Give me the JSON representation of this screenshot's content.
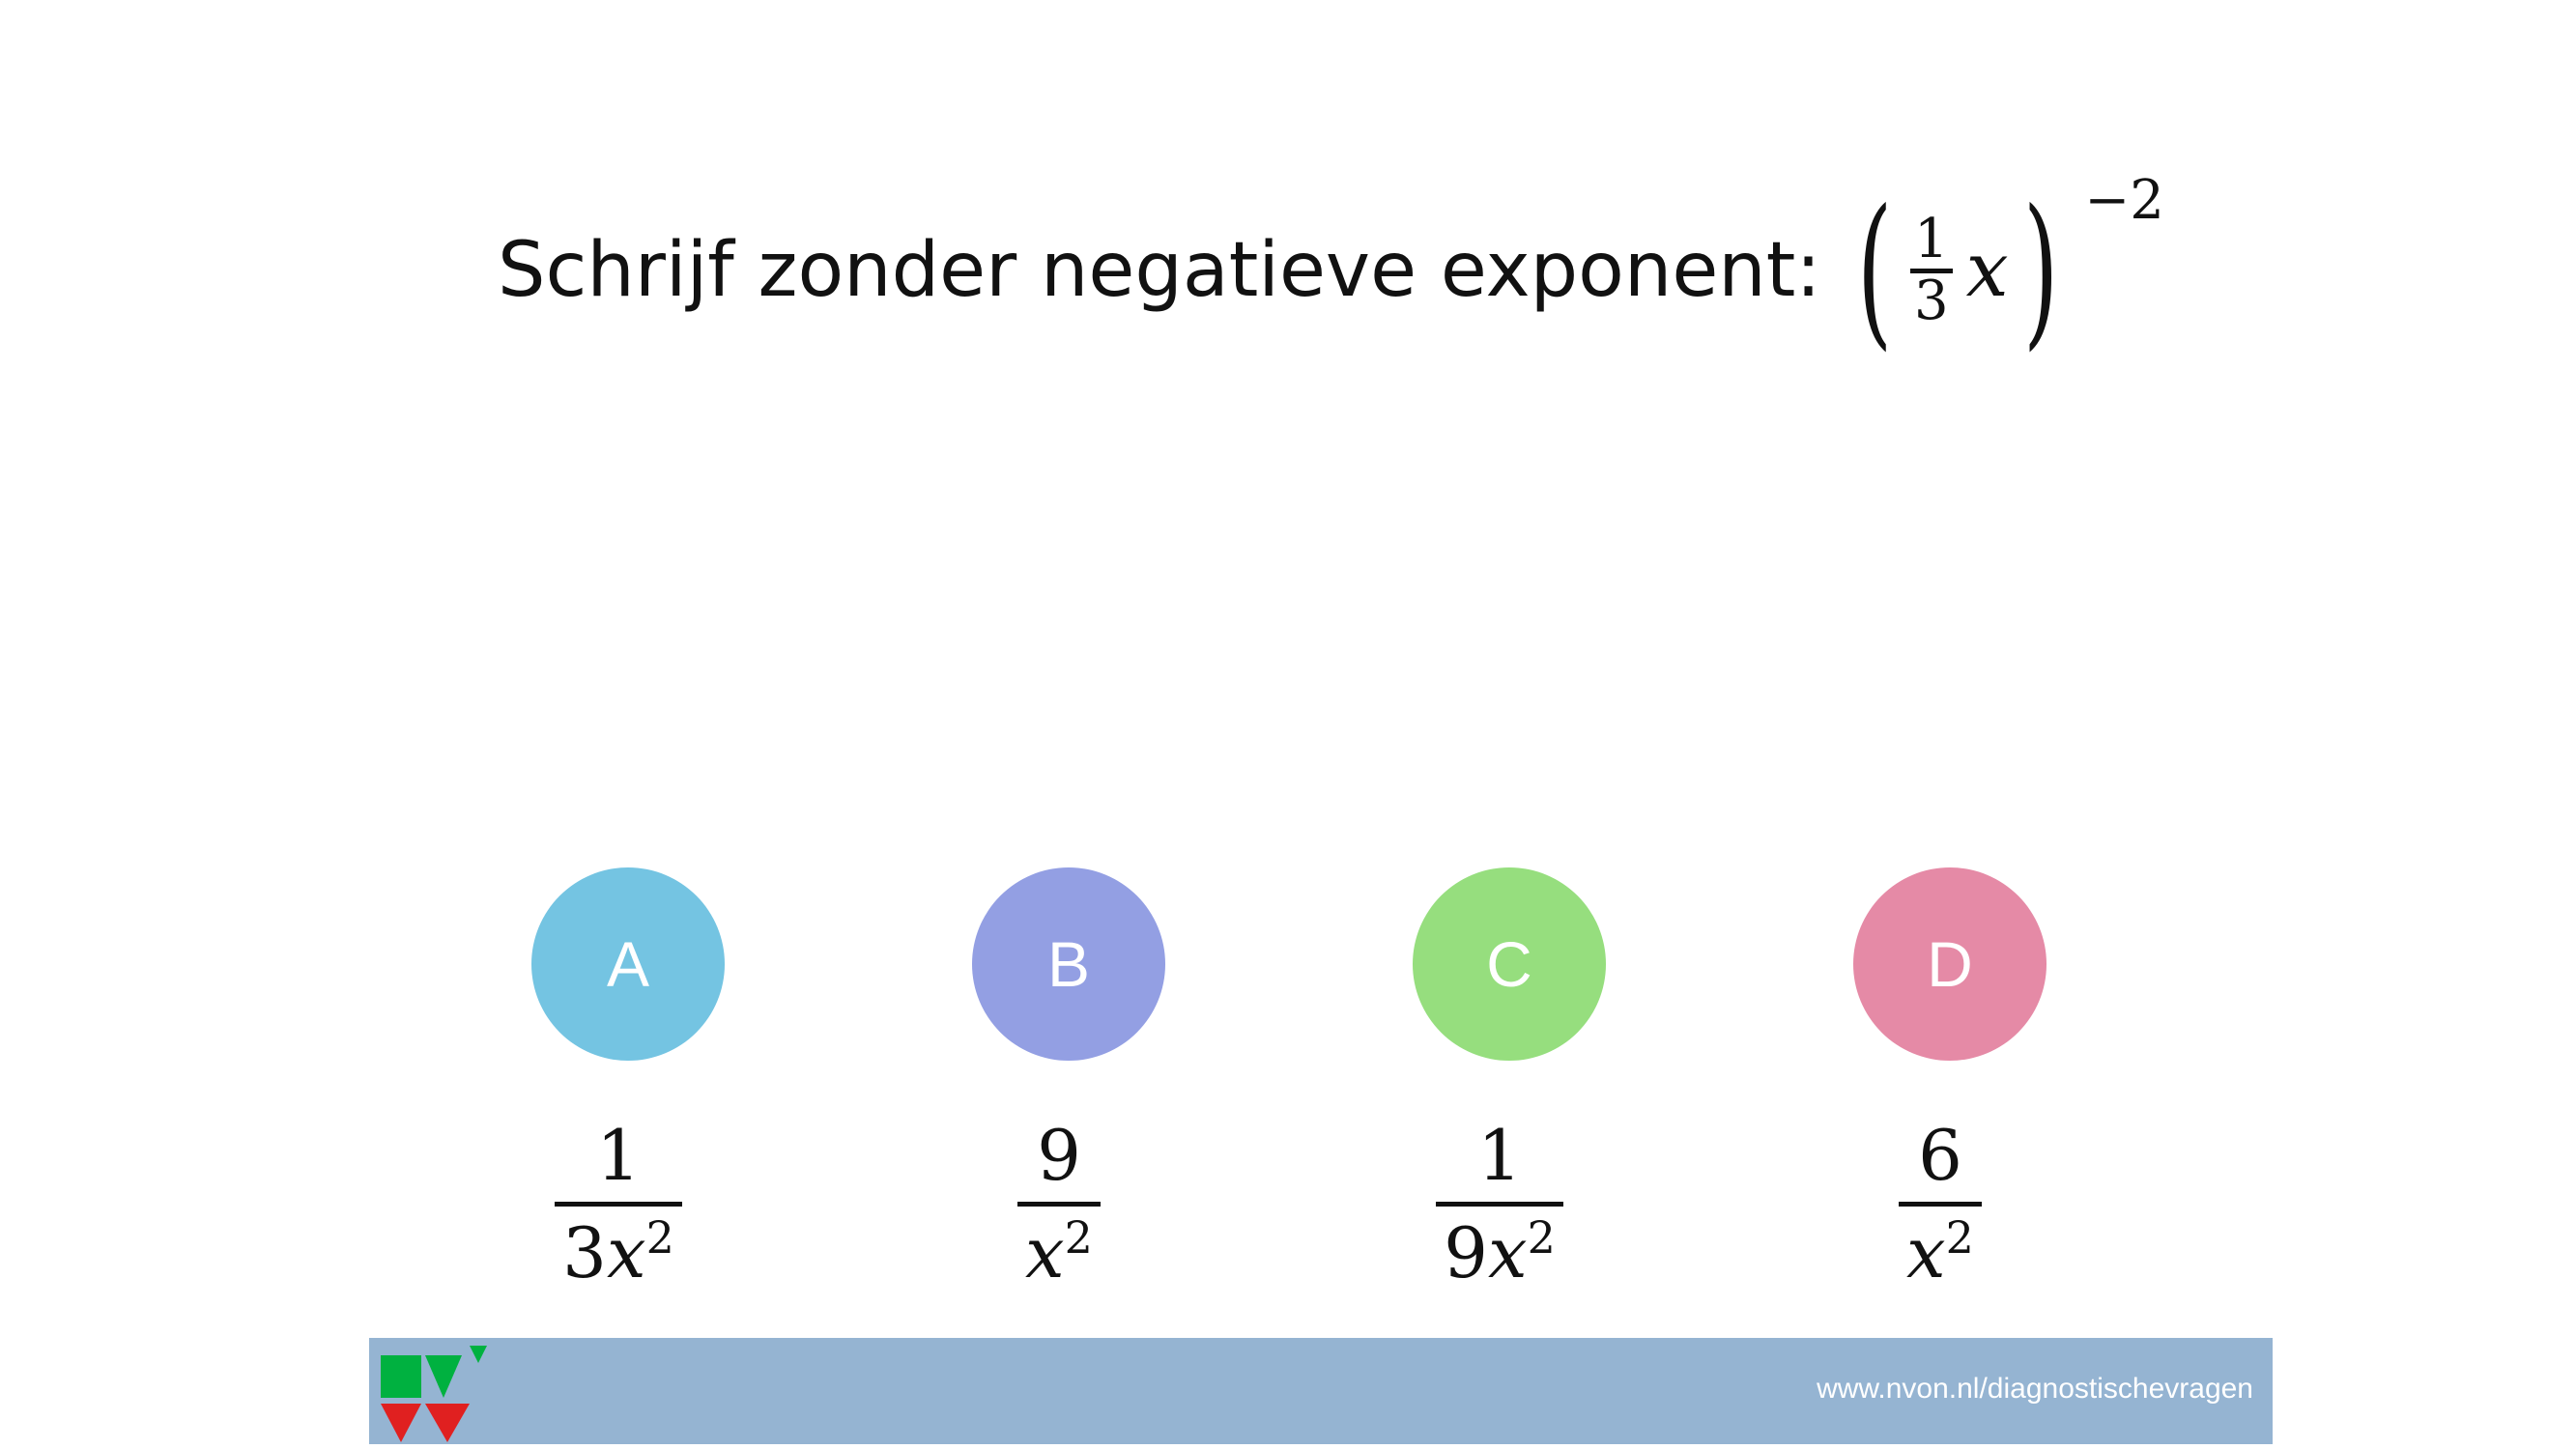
{
  "question": {
    "text": "Schrijf zonder negatieve exponent:",
    "numerator": "1",
    "denominator": "3",
    "variable": "x",
    "exponent": "−2"
  },
  "options": [
    {
      "letter": "A",
      "color": "#74c4e2",
      "numerator": "1",
      "coef": "3",
      "var": "x",
      "exp": "2"
    },
    {
      "letter": "B",
      "color": "#939fe3",
      "numerator": "9",
      "coef": "",
      "var": "x",
      "exp": "2"
    },
    {
      "letter": "C",
      "color": "#96de7e",
      "numerator": "1",
      "coef": "9",
      "var": "x",
      "exp": "2"
    },
    {
      "letter": "D",
      "color": "#e58aa6",
      "numerator": "6",
      "coef": "",
      "var": "x",
      "exp": "2"
    }
  ],
  "footer": {
    "url": "www.nvon.nl/diagnostischevragen"
  }
}
